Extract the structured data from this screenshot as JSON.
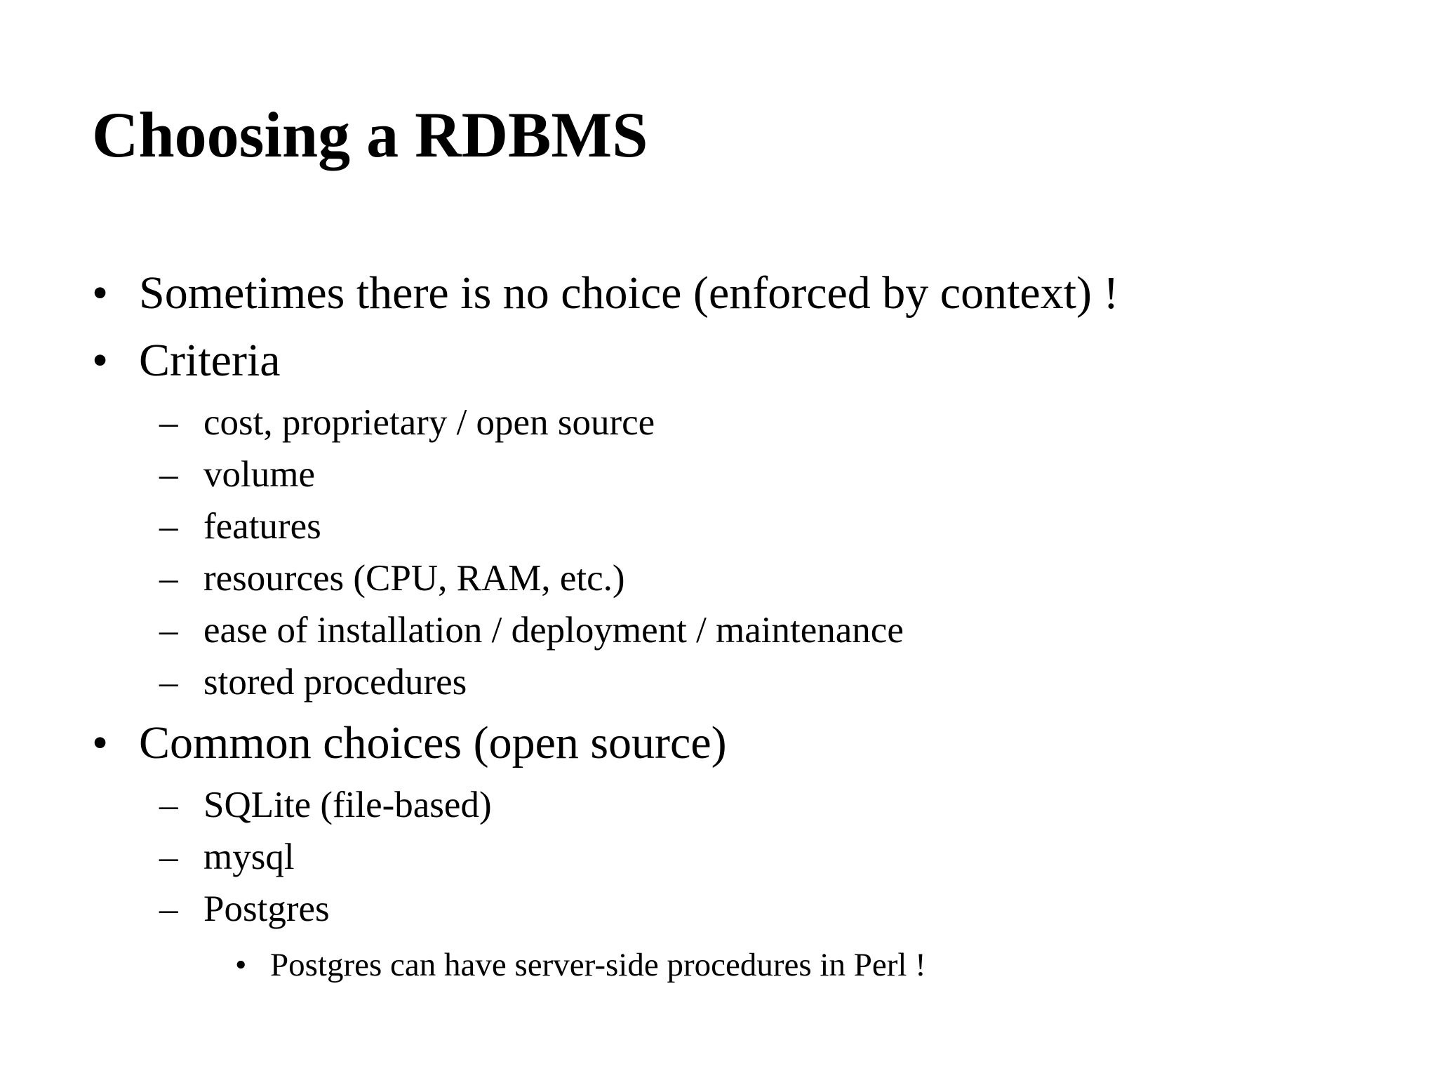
{
  "title": "Choosing a RDBMS",
  "markers": {
    "l1": "•",
    "l2": "–",
    "l3": "•"
  },
  "bullets": [
    {
      "level": 1,
      "text": "Sometimes there is no choice (enforced by context) !"
    },
    {
      "level": 1,
      "text": "Criteria"
    },
    {
      "level": 2,
      "text": "cost, proprietary / open source"
    },
    {
      "level": 2,
      "text": "volume"
    },
    {
      "level": 2,
      "text": "features"
    },
    {
      "level": 2,
      "text": "resources (CPU, RAM, etc.)"
    },
    {
      "level": 2,
      "text": "ease of installation / deployment / maintenance"
    },
    {
      "level": 2,
      "text": "stored procedures"
    },
    {
      "level": 1,
      "text": "Common choices (open source)"
    },
    {
      "level": 2,
      "text": "SQLite (file-based)"
    },
    {
      "level": 2,
      "text": "mysql"
    },
    {
      "level": 2,
      "text": "Postgres"
    },
    {
      "level": 3,
      "text": "Postgres can have server-side procedures in Perl !"
    }
  ],
  "colors": {
    "background": "#ffffff",
    "text": "#000000"
  }
}
